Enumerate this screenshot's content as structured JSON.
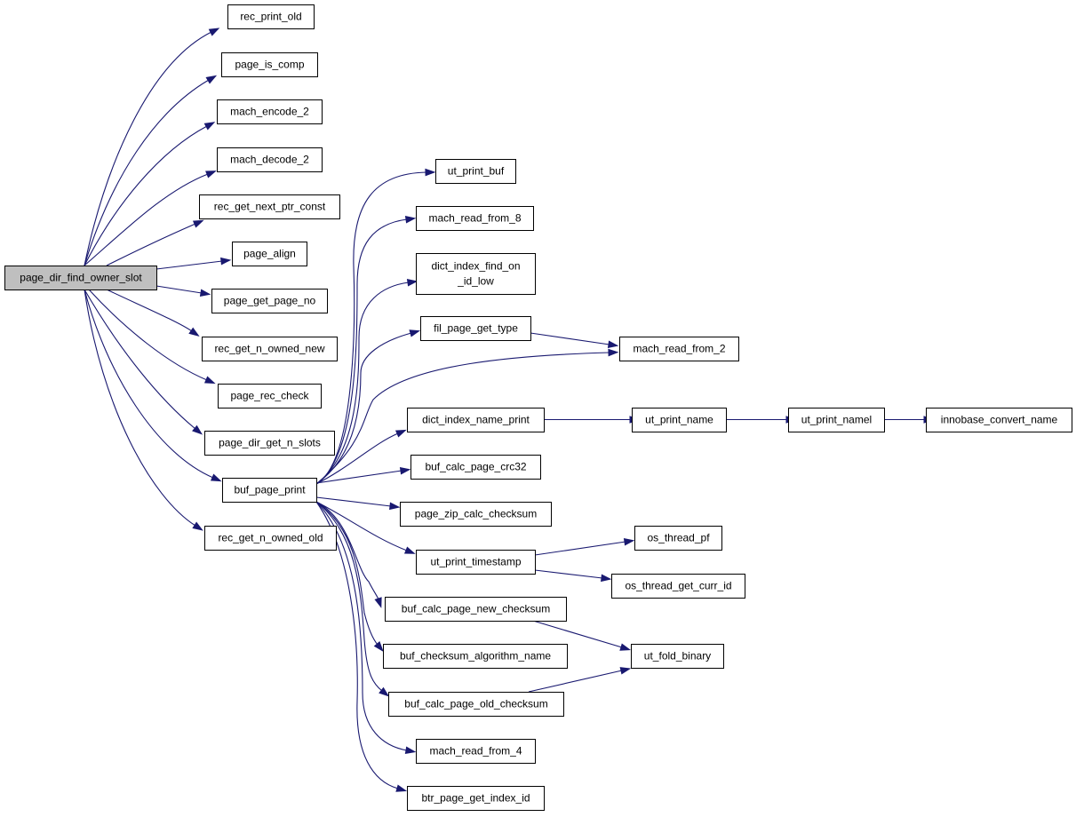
{
  "diagram": {
    "type": "call-graph",
    "colors": {
      "edge": "#191970",
      "root_fill": "#bfbfbf",
      "node_fill": "#ffffff",
      "border": "#000000"
    },
    "nodes": [
      {
        "id": "page_dir_find_owner_slot",
        "lines": [
          "page_dir_find_owner_slot"
        ],
        "root": true
      },
      {
        "id": "rec_print_old",
        "lines": [
          "rec_print_old"
        ]
      },
      {
        "id": "page_is_comp",
        "lines": [
          "page_is_comp"
        ]
      },
      {
        "id": "mach_encode_2",
        "lines": [
          "mach_encode_2"
        ]
      },
      {
        "id": "mach_decode_2",
        "lines": [
          "mach_decode_2"
        ]
      },
      {
        "id": "rec_get_next_ptr_const",
        "lines": [
          "rec_get_next_ptr_const"
        ]
      },
      {
        "id": "page_align",
        "lines": [
          "page_align"
        ]
      },
      {
        "id": "page_get_page_no",
        "lines": [
          "page_get_page_no"
        ]
      },
      {
        "id": "rec_get_n_owned_new",
        "lines": [
          "rec_get_n_owned_new"
        ]
      },
      {
        "id": "page_rec_check",
        "lines": [
          "page_rec_check"
        ]
      },
      {
        "id": "page_dir_get_n_slots",
        "lines": [
          "page_dir_get_n_slots"
        ]
      },
      {
        "id": "buf_page_print",
        "lines": [
          "buf_page_print"
        ]
      },
      {
        "id": "rec_get_n_owned_old",
        "lines": [
          "rec_get_n_owned_old"
        ]
      },
      {
        "id": "ut_print_buf",
        "lines": [
          "ut_print_buf"
        ]
      },
      {
        "id": "mach_read_from_8",
        "lines": [
          "mach_read_from_8"
        ]
      },
      {
        "id": "dict_index_find_on_id_low",
        "lines": [
          "dict_index_find_on",
          "_id_low"
        ]
      },
      {
        "id": "fil_page_get_type",
        "lines": [
          "fil_page_get_type"
        ]
      },
      {
        "id": "mach_read_from_2",
        "lines": [
          "mach_read_from_2"
        ]
      },
      {
        "id": "dict_index_name_print",
        "lines": [
          "dict_index_name_print"
        ]
      },
      {
        "id": "ut_print_name",
        "lines": [
          "ut_print_name"
        ]
      },
      {
        "id": "ut_print_namel",
        "lines": [
          "ut_print_namel"
        ]
      },
      {
        "id": "innobase_convert_name",
        "lines": [
          "innobase_convert_name"
        ]
      },
      {
        "id": "buf_calc_page_crc32",
        "lines": [
          "buf_calc_page_crc32"
        ]
      },
      {
        "id": "page_zip_calc_checksum",
        "lines": [
          "page_zip_calc_checksum"
        ]
      },
      {
        "id": "os_thread_pf",
        "lines": [
          "os_thread_pf"
        ]
      },
      {
        "id": "ut_print_timestamp",
        "lines": [
          "ut_print_timestamp"
        ]
      },
      {
        "id": "os_thread_get_curr_id",
        "lines": [
          "os_thread_get_curr_id"
        ]
      },
      {
        "id": "buf_calc_page_new_checksum",
        "lines": [
          "buf_calc_page_new_checksum"
        ]
      },
      {
        "id": "ut_fold_binary",
        "lines": [
          "ut_fold_binary"
        ]
      },
      {
        "id": "buf_checksum_algorithm_name",
        "lines": [
          "buf_checksum_algorithm_name"
        ]
      },
      {
        "id": "buf_calc_page_old_checksum",
        "lines": [
          "buf_calc_page_old_checksum"
        ]
      },
      {
        "id": "mach_read_from_4",
        "lines": [
          "mach_read_from_4"
        ]
      },
      {
        "id": "btr_page_get_index_id",
        "lines": [
          "btr_page_get_index_id"
        ]
      }
    ],
    "edges": [
      [
        "page_dir_find_owner_slot",
        "rec_print_old"
      ],
      [
        "page_dir_find_owner_slot",
        "page_is_comp"
      ],
      [
        "page_dir_find_owner_slot",
        "mach_encode_2"
      ],
      [
        "page_dir_find_owner_slot",
        "mach_decode_2"
      ],
      [
        "page_dir_find_owner_slot",
        "rec_get_next_ptr_const"
      ],
      [
        "page_dir_find_owner_slot",
        "page_align"
      ],
      [
        "page_dir_find_owner_slot",
        "page_get_page_no"
      ],
      [
        "page_dir_find_owner_slot",
        "rec_get_n_owned_new"
      ],
      [
        "page_dir_find_owner_slot",
        "page_rec_check"
      ],
      [
        "page_dir_find_owner_slot",
        "page_dir_get_n_slots"
      ],
      [
        "page_dir_find_owner_slot",
        "buf_page_print"
      ],
      [
        "page_dir_find_owner_slot",
        "rec_get_n_owned_old"
      ],
      [
        "buf_page_print",
        "ut_print_buf"
      ],
      [
        "buf_page_print",
        "mach_read_from_8"
      ],
      [
        "buf_page_print",
        "dict_index_find_on_id_low"
      ],
      [
        "buf_page_print",
        "fil_page_get_type"
      ],
      [
        "buf_page_print",
        "mach_read_from_2"
      ],
      [
        "buf_page_print",
        "dict_index_name_print"
      ],
      [
        "buf_page_print",
        "buf_calc_page_crc32"
      ],
      [
        "buf_page_print",
        "page_zip_calc_checksum"
      ],
      [
        "buf_page_print",
        "ut_print_timestamp"
      ],
      [
        "buf_page_print",
        "buf_calc_page_new_checksum"
      ],
      [
        "buf_page_print",
        "buf_checksum_algorithm_name"
      ],
      [
        "buf_page_print",
        "buf_calc_page_old_checksum"
      ],
      [
        "buf_page_print",
        "mach_read_from_4"
      ],
      [
        "buf_page_print",
        "btr_page_get_index_id"
      ],
      [
        "fil_page_get_type",
        "mach_read_from_2"
      ],
      [
        "dict_index_name_print",
        "ut_print_name"
      ],
      [
        "ut_print_name",
        "ut_print_namel"
      ],
      [
        "ut_print_namel",
        "innobase_convert_name"
      ],
      [
        "ut_print_timestamp",
        "os_thread_pf"
      ],
      [
        "ut_print_timestamp",
        "os_thread_get_curr_id"
      ],
      [
        "buf_calc_page_new_checksum",
        "ut_fold_binary"
      ],
      [
        "buf_calc_page_old_checksum",
        "ut_fold_binary"
      ]
    ]
  }
}
